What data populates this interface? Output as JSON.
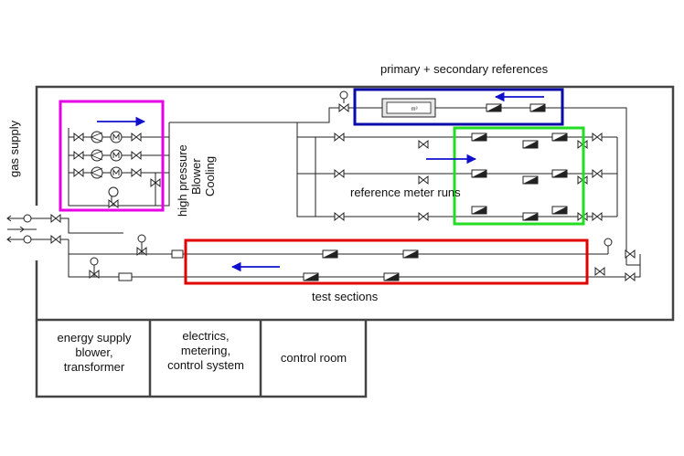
{
  "labels": {
    "references_title": "primary + secondary references",
    "gas_supply": "gas supply",
    "hp_line1": "high pressure",
    "hp_line2": "Blower",
    "hp_line3": "Cooling",
    "reference_runs": "reference meter runs",
    "test_sections": "test sections",
    "primary_meter_mark": "m³"
  },
  "rooms": [
    {
      "lines": [
        "energy supply",
        "blower,",
        "transformer"
      ]
    },
    {
      "lines": [
        "electrics,",
        "metering,",
        "control system"
      ]
    },
    {
      "lines": [
        "control room"
      ]
    }
  ],
  "colors": {
    "outline": "#444444",
    "pipe": "#222222",
    "blower_box": "#e600e6",
    "primary_box": "#0a0aa8",
    "reference_box": "#22dd22",
    "test_box": "#e00000",
    "flow_arrow": "#1010cc"
  }
}
